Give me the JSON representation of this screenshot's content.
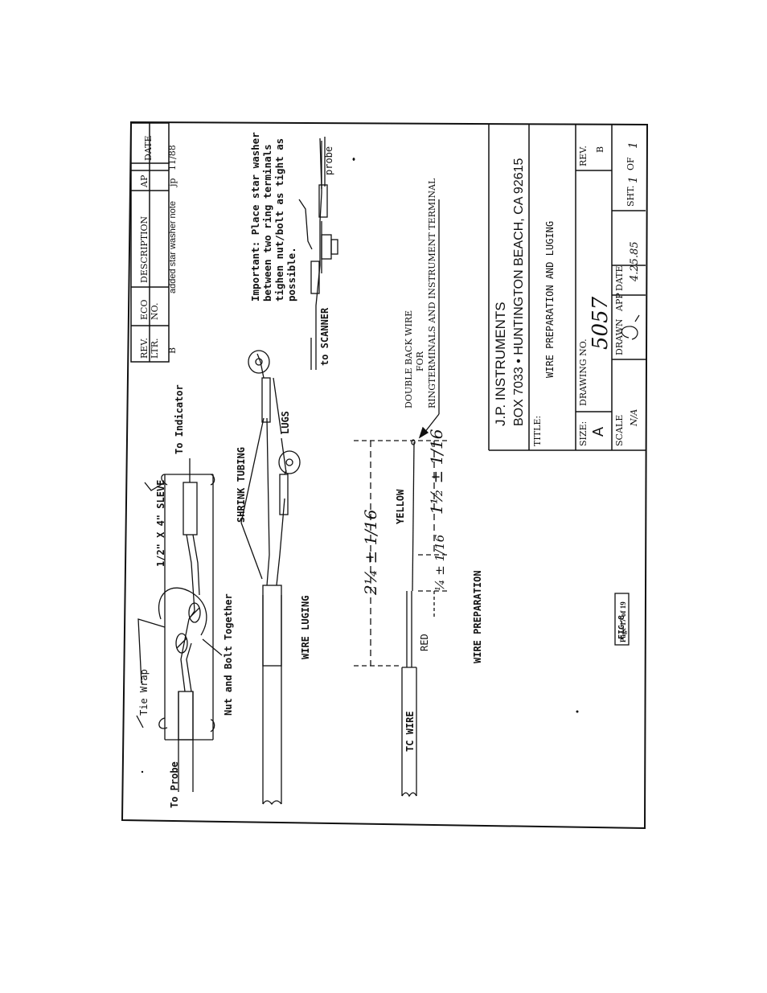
{
  "revision_block": {
    "headers": [
      "REV.",
      "LTR.",
      "ECO",
      "NO.",
      "DESCRIPTION",
      "AP",
      "DATE"
    ],
    "entry": {
      "ltr": "B",
      "description": "added star washer note",
      "ap": "jp",
      "date": "11/88"
    }
  },
  "notes": {
    "important": [
      "Important: Place star washer",
      "between two ring terminals",
      "tighen nut/bolt as tight as",
      "possible."
    ],
    "probe": "probe",
    "to_scanner": "to SCANNER",
    "double_back": [
      "DOUBLE BACK WIRE",
      "FOR",
      "RINGTERMINALS AND INSTRUMENT TERMINAL"
    ]
  },
  "splice": {
    "tie_wrap": "Tie Wrap",
    "nut_bolt": "Nut and Bolt Together",
    "sleeve": "1/2\" X 4\" SLEVE",
    "to_indicator": "To Indicator",
    "to_probe": "To Probe"
  },
  "luging": {
    "shrink_tubing": "SHRINK TUBING",
    "lugs": "LUGS",
    "title": "WIRE LUGING"
  },
  "preparation": {
    "yellow": "YELLOW",
    "red": "RED",
    "tc_wire": "TC WIRE",
    "title": "WIRE PREPARATION",
    "dim_overall": "2¼ ± 1/16",
    "dim_strip": "¼ ± 1/16",
    "dim_yellow": "1½ ± 1/16"
  },
  "fig_label": "FIG-8",
  "page_label": "Page 17 of 19",
  "title_block": {
    "company": "J.P. INSTRUMENTS",
    "address": "BOX 7033 • HUNTINGTON BEACH, CA 92615",
    "title_label": "TITLE:",
    "title_value": "WIRE PREPARATION AND LUGING",
    "size_label": "SIZE:",
    "size_value": "A",
    "drawing_no_label": "DRAWING NO.",
    "drawing_no_value": "5057",
    "rev_label": "REV.",
    "rev_value": "B",
    "scale_label": "SCALE",
    "scale_value": "N/A",
    "drawn_label": "DRAWN",
    "app_label": "APP",
    "date_label": "DATE",
    "date_value": "4.25.85",
    "sheet_label": "SHT.",
    "sheet_value": "1",
    "of_label": "OF",
    "of_value": "1"
  }
}
